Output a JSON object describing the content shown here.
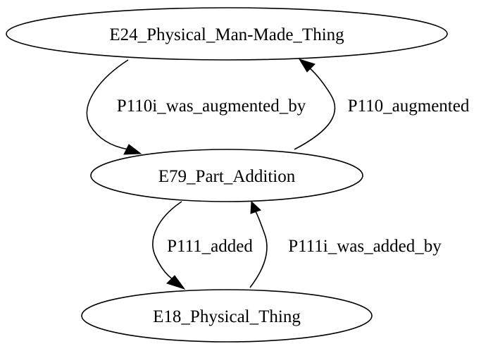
{
  "graph": {
    "nodes": [
      {
        "id": "e24",
        "label": "E24_Physical_Man-Made_Thing"
      },
      {
        "id": "e79",
        "label": "E79_Part_Addition"
      },
      {
        "id": "e18",
        "label": "E18_Physical_Thing"
      }
    ],
    "edges": [
      {
        "from": "e24",
        "to": "e79",
        "label": "P110i_was_augmented_by"
      },
      {
        "from": "e79",
        "to": "e24",
        "label": "P110_augmented"
      },
      {
        "from": "e79",
        "to": "e18",
        "label": "P111_added"
      },
      {
        "from": "e18",
        "to": "e79",
        "label": "P111i_was_added_by"
      }
    ]
  }
}
